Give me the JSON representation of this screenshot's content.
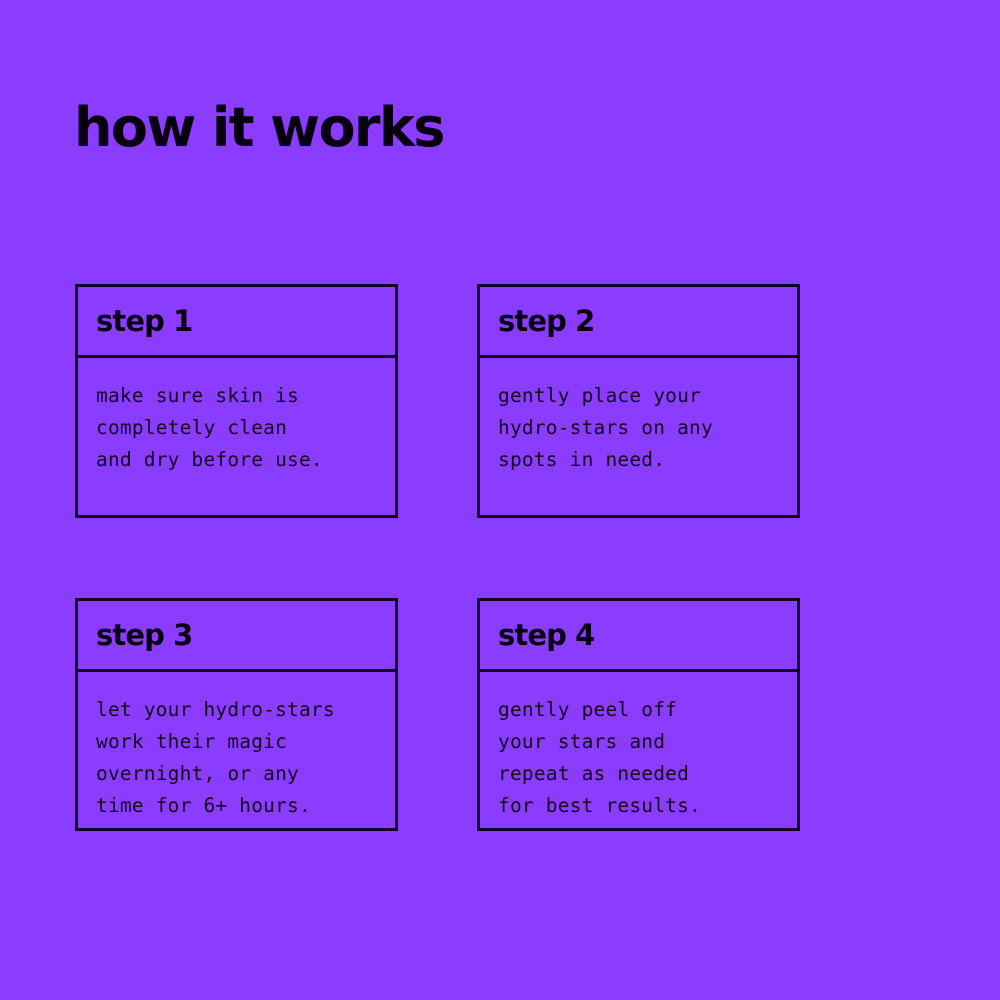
{
  "theme": {
    "background_color": "#8b3dff",
    "ink_color": "#120021",
    "text_color": "#09000f"
  },
  "header": {
    "title": "how it works"
  },
  "steps": [
    {
      "title": "step 1",
      "body": "make sure skin is\ncompletely clean\nand dry before use."
    },
    {
      "title": "step 2",
      "body": "gently place your\nhydro-stars on any\nspots in need."
    },
    {
      "title": "step 3",
      "body": "let your hydro-stars\nwork their magic\novernight, or any\ntime for 6+ hours."
    },
    {
      "title": "step 4",
      "body": "gently peel off\nyour stars and\nrepeat as needed\nfor best results."
    }
  ]
}
